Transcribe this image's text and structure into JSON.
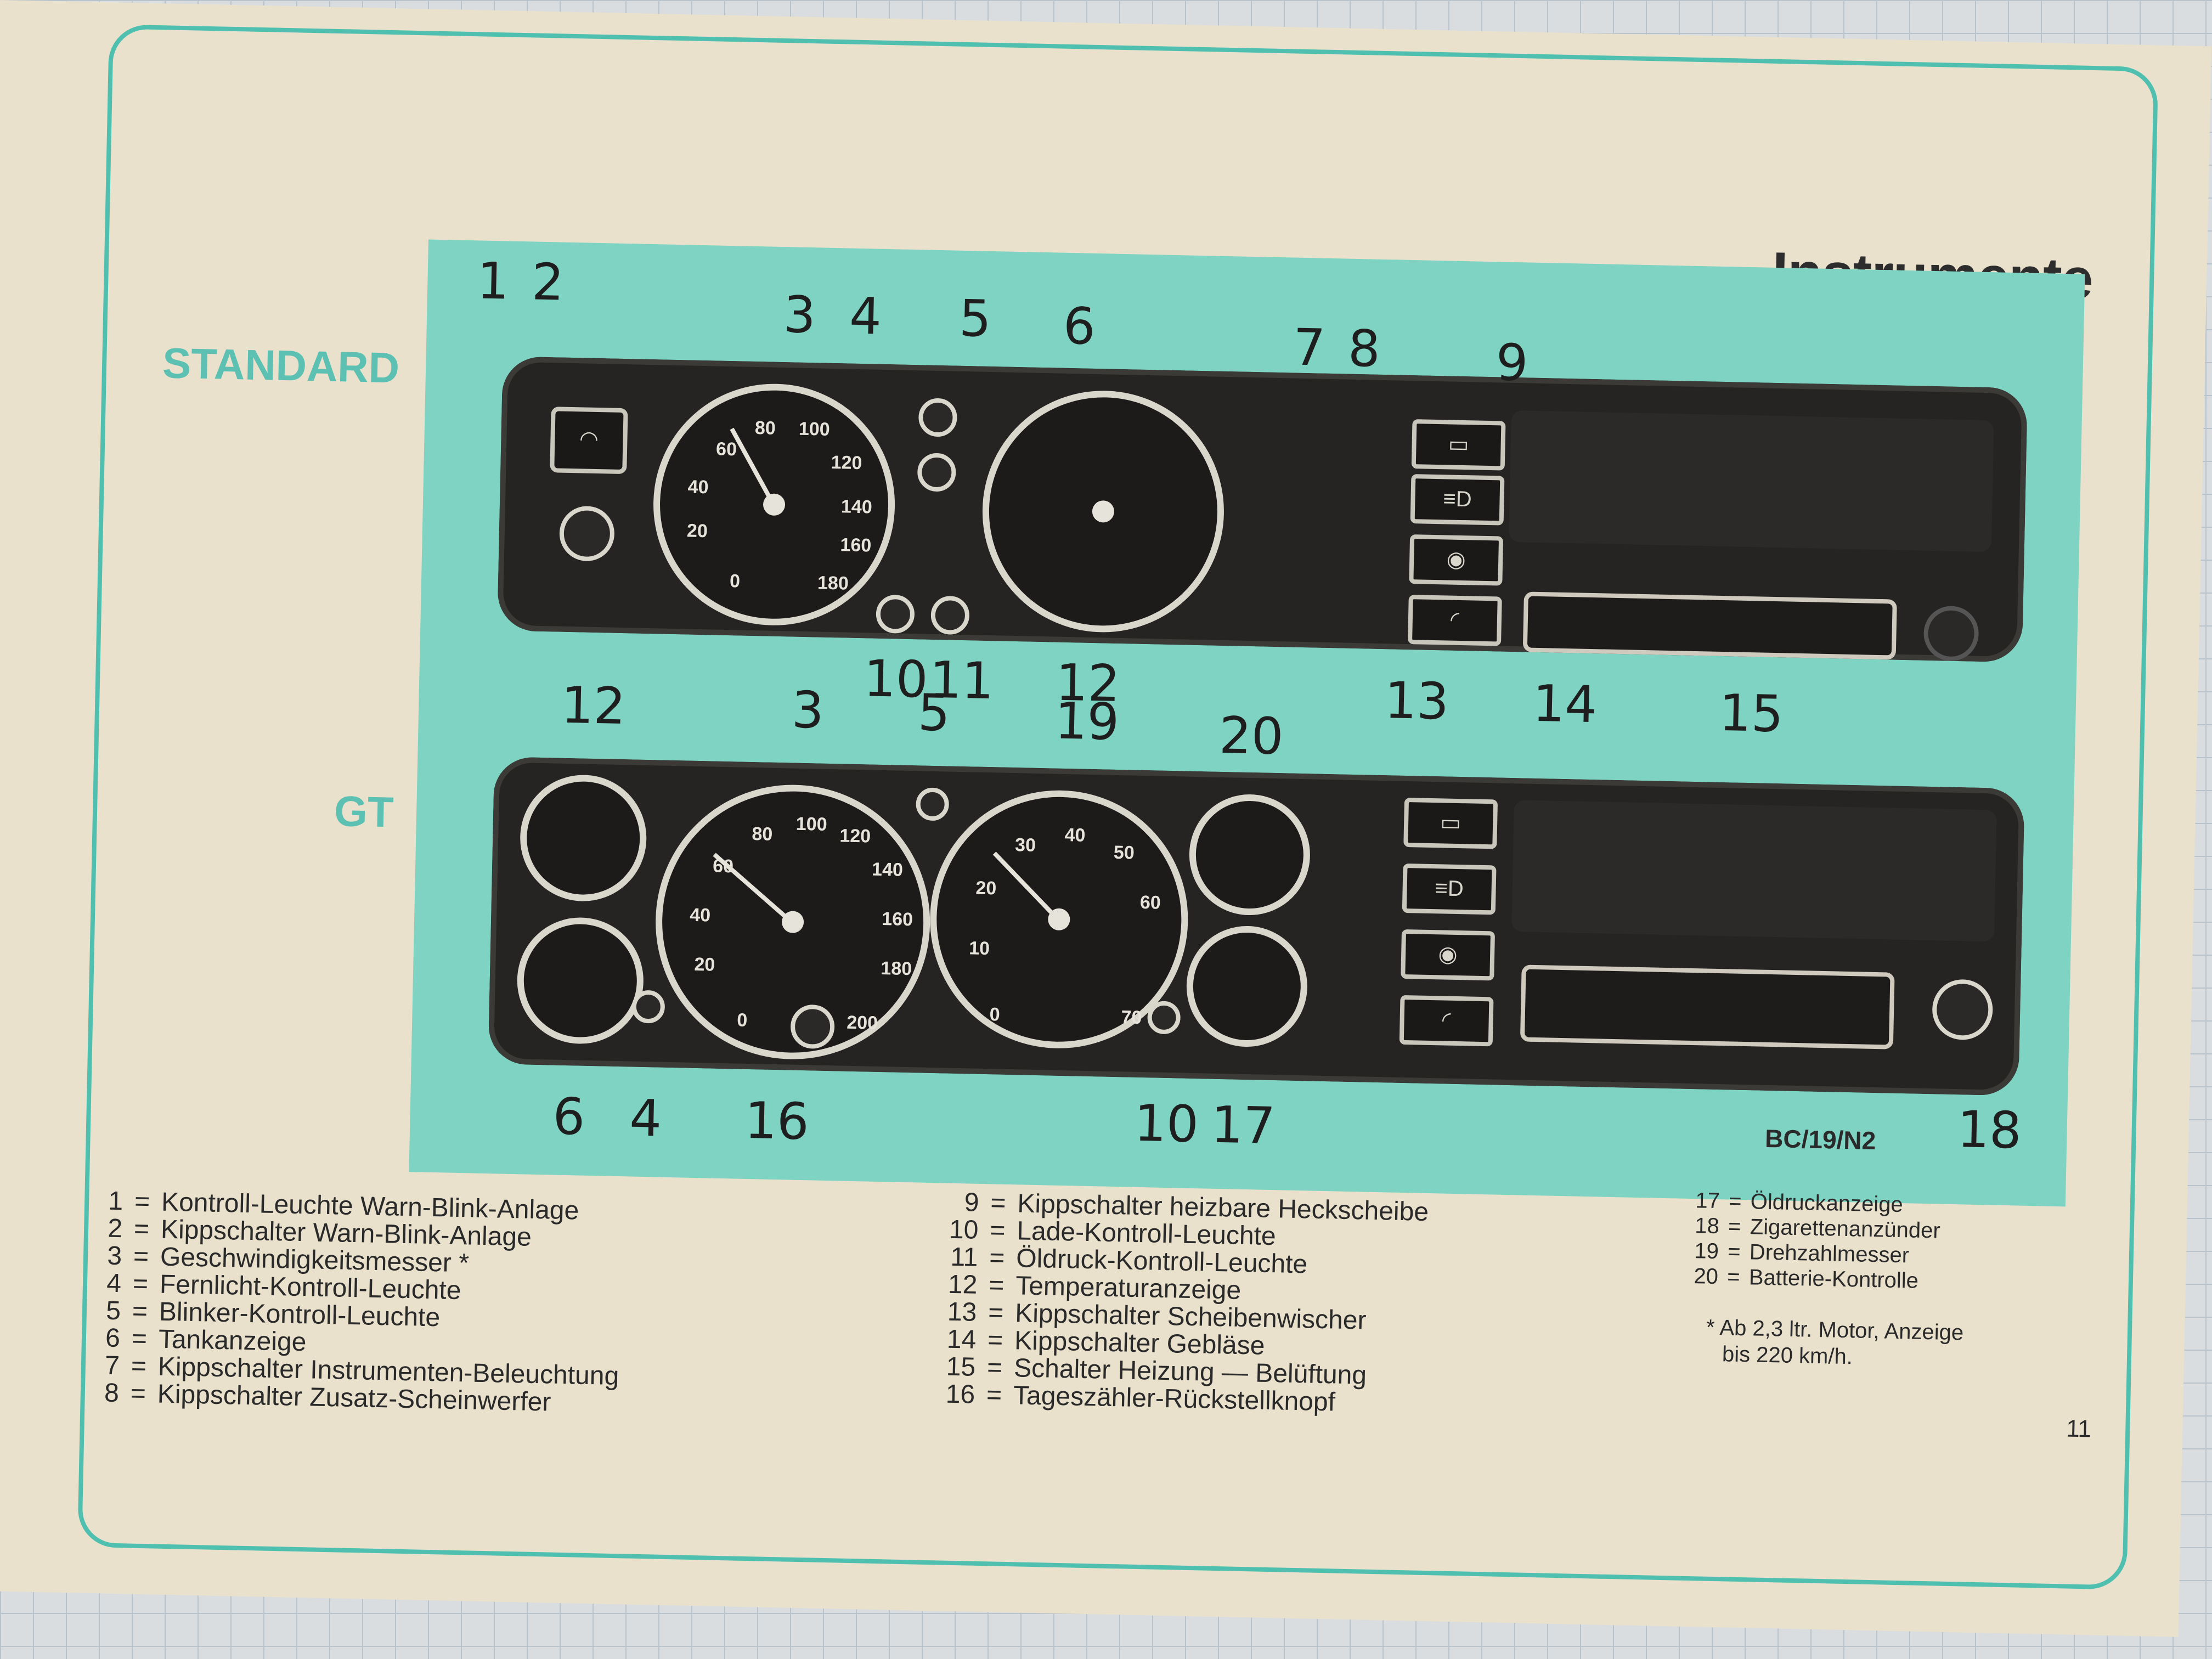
{
  "page": {
    "title": "Instrumente",
    "variant_standard": "STANDARD",
    "variant_gt": "GT",
    "figure_code": "BC/19/N2",
    "page_number": "11"
  },
  "callouts_standard": [
    "1",
    "2",
    "3",
    "4",
    "5",
    "6",
    "7",
    "8",
    "9",
    "10",
    "11",
    "12",
    "13",
    "14",
    "15"
  ],
  "callouts_gt": [
    "12",
    "3",
    "5",
    "19",
    "20",
    "6",
    "4",
    "16",
    "10",
    "17",
    "18"
  ],
  "speedo_std_scale": [
    "0",
    "20",
    "40",
    "60",
    "80",
    "100",
    "120",
    "140",
    "160",
    "180"
  ],
  "speedo_gt_scale": [
    "0",
    "20",
    "40",
    "60",
    "80",
    "100",
    "120",
    "140",
    "160",
    "180",
    "200"
  ],
  "tacho_scale": [
    "0",
    "10",
    "20",
    "30",
    "40",
    "50",
    "60",
    "70"
  ],
  "legend_left": [
    {
      "n": "1",
      "text": "Kontroll-Leuchte Warn-Blink-Anlage"
    },
    {
      "n": "2",
      "text": "Kippschalter Warn-Blink-Anlage"
    },
    {
      "n": "3",
      "text": "Geschwindigkeitsmesser *"
    },
    {
      "n": "4",
      "text": "Fernlicht-Kontroll-Leuchte"
    },
    {
      "n": "5",
      "text": "Blinker-Kontroll-Leuchte"
    },
    {
      "n": "6",
      "text": "Tankanzeige"
    },
    {
      "n": "7",
      "text": "Kippschalter Instrumenten-Beleuchtung"
    },
    {
      "n": "8",
      "text": "Kippschalter Zusatz-Scheinwerfer"
    }
  ],
  "legend_mid": [
    {
      "n": "9",
      "text": "Kippschalter heizbare Heckscheibe"
    },
    {
      "n": "10",
      "text": "Lade-Kontroll-Leuchte"
    },
    {
      "n": "11",
      "text": "Öldruck-Kontroll-Leuchte"
    },
    {
      "n": "12",
      "text": "Temperaturanzeige"
    },
    {
      "n": "13",
      "text": "Kippschalter Scheibenwischer"
    },
    {
      "n": "14",
      "text": "Kippschalter Gebläse"
    },
    {
      "n": "15",
      "text": "Schalter Heizung — Belüftung"
    },
    {
      "n": "16",
      "text": "Tageszähler-Rückstellknopf"
    }
  ],
  "legend_right": [
    {
      "n": "17",
      "text": "Öldruckanzeige"
    },
    {
      "n": "18",
      "text": "Zigarettenanzünder"
    },
    {
      "n": "19",
      "text": "Drehzahlmesser"
    },
    {
      "n": "20",
      "text": "Batterie-Kontrolle"
    }
  ],
  "footnote": {
    "line1": "* Ab 2,3 ltr. Motor, Anzeige",
    "line2": "bis 220 km/h."
  },
  "colors": {
    "teal": "#7ed3c3",
    "accent": "#5cc0b2",
    "panel": "#252422",
    "paper": "#e9e1cc"
  }
}
